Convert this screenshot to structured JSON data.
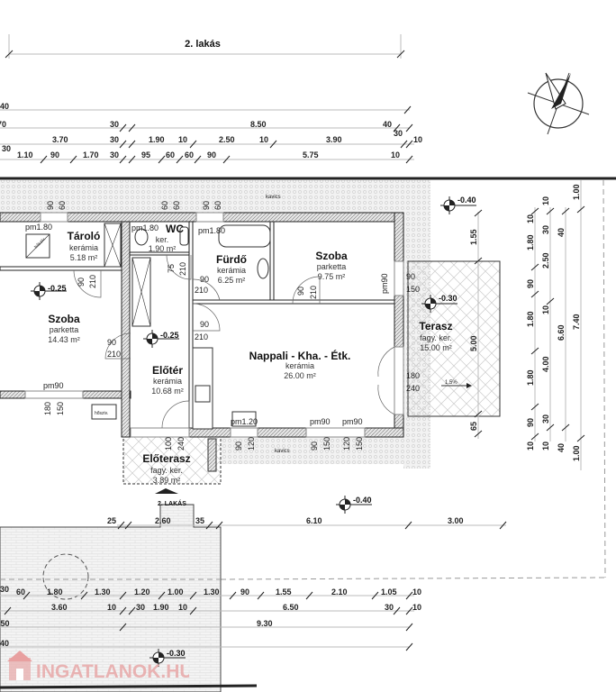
{
  "header": {
    "title": "2. lakás"
  },
  "rooms": [
    {
      "name": "Tároló",
      "floor": "kerámia",
      "area": "5.18 m²"
    },
    {
      "name": "WC",
      "floor": "ker.",
      "area": "1.90 m²"
    },
    {
      "name": "Fürdő",
      "floor": "kerámia",
      "area": "6.25 m²"
    },
    {
      "name": "Szoba",
      "floor": "parketta",
      "area": "9.75 m²"
    },
    {
      "name": "Szoba",
      "floor": "parketta",
      "area": "14.43 m²"
    },
    {
      "name": "Előtér",
      "floor": "kerámia",
      "area": "10.68 m²"
    },
    {
      "name": "Nappali - Kha. - Étk.",
      "floor": "kerámia",
      "area": "26.00 m²"
    },
    {
      "name": "Terasz",
      "floor": "fagy. ker.",
      "area": "15.00 m²"
    },
    {
      "name": "Előterasz",
      "floor": "fagy. ker.",
      "area": "3.89 m²"
    }
  ],
  "labels": {
    "gravel": "kavics",
    "heater": "hősziv.",
    "entrance": "2. LAKÁS",
    "slope": "1.5%"
  },
  "elevations": [
    "-0.40",
    "-0.30",
    "-0.25",
    "-0.25",
    "-0.40",
    "-0.30"
  ],
  "dims_top": [
    [
      "40"
    ],
    [
      "70",
      "30",
      "8.50",
      "40",
      "30"
    ],
    [
      "30",
      "3.70",
      "30",
      "1.90",
      "10",
      "2.50",
      "10",
      "3.90",
      "10"
    ],
    [
      "1.10",
      "90",
      "1.70",
      "30",
      "95",
      "60",
      "60",
      "90",
      "5.75",
      "10"
    ]
  ],
  "dims_bottom": [
    [
      "25",
      "2.60",
      "35",
      "6.10",
      "3.00"
    ],
    [
      "30",
      "60",
      "1.80",
      "1.30",
      "1.20",
      "1.00",
      "1.30",
      "90",
      "1.55",
      "2.10",
      "1.05",
      "10"
    ],
    [
      "3.60",
      "10",
      "30",
      "1.90",
      "10",
      "6.50",
      "30",
      "10"
    ],
    [
      ".50",
      "9.30"
    ],
    [
      "40"
    ]
  ],
  "dims_right": [
    [
      "1.55",
      "5.00",
      "65"
    ],
    [
      "10",
      "1.80",
      "90",
      "1.80",
      "1.80",
      "90",
      "10"
    ],
    [
      "10",
      "30",
      "2.50",
      "10",
      "4.00",
      "30",
      "10"
    ],
    [
      "40",
      "6.60",
      "40"
    ],
    [
      "1.00",
      "7.40",
      "1.00"
    ]
  ],
  "openings": {
    "windows": [
      "pm1.80",
      "pm1.80",
      "pm1.80",
      "pm90",
      "pm90",
      "pm1.20",
      "pm90",
      "pm90"
    ],
    "sizes": [
      "90",
      "60",
      "60",
      "60",
      "90",
      "60",
      "90",
      "210",
      "75",
      "210",
      "90",
      "210",
      "90",
      "210",
      "90",
      "210",
      "90",
      "210",
      "180",
      "150",
      "100",
      "240",
      "90",
      "120",
      "90",
      "150",
      "120",
      "150",
      "90",
      "150",
      "180",
      "240"
    ]
  },
  "watermark": "INGATLANOK.HU"
}
